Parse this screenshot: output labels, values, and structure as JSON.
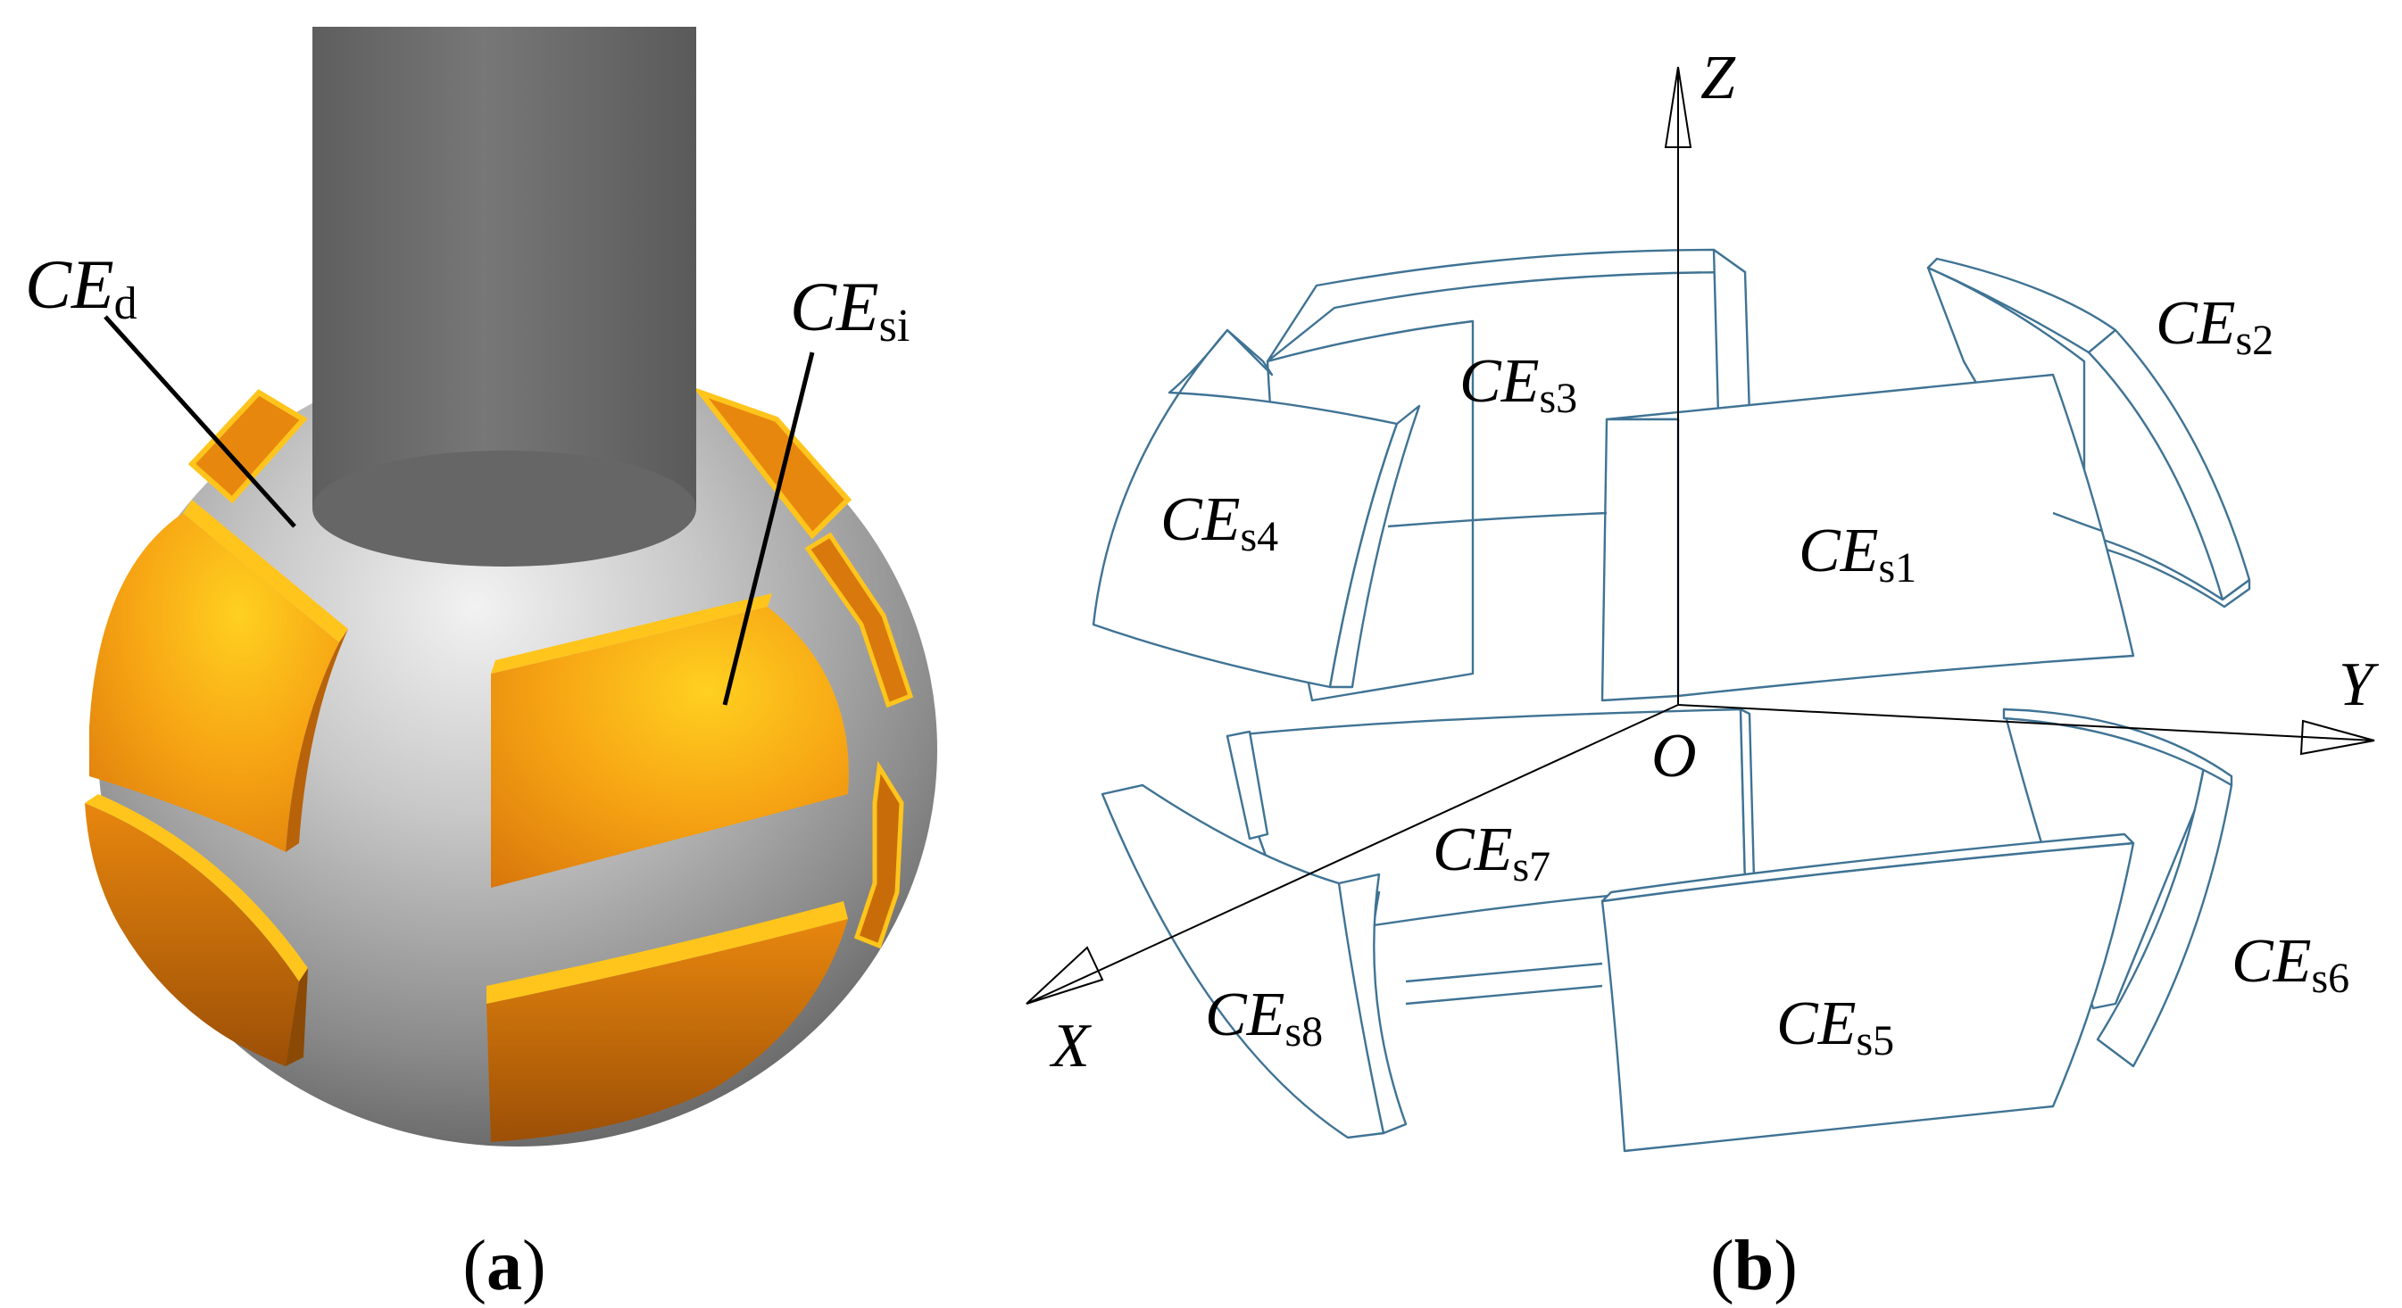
{
  "panel_a": {
    "label_d_main": "CE",
    "label_d_sub": "d",
    "label_si_main": "CE",
    "label_si_sub": "si",
    "caption_open": "(",
    "caption_letter": "a",
    "caption_close": ")",
    "colors": {
      "rod": "#6f6f6f",
      "ball": "#a8a8a8",
      "pad": "#f29a11",
      "pad_edge": "#ffc51c",
      "pad_dark": "#b8620a"
    }
  },
  "panel_b": {
    "axis_z": "Z",
    "axis_y": "Y",
    "axis_x": "X",
    "origin": "O",
    "segments": [
      {
        "main": "CE",
        "sub": "s1"
      },
      {
        "main": "CE",
        "sub": "s2"
      },
      {
        "main": "CE",
        "sub": "s3"
      },
      {
        "main": "CE",
        "sub": "s4"
      },
      {
        "main": "CE",
        "sub": "s5"
      },
      {
        "main": "CE",
        "sub": "s6"
      },
      {
        "main": "CE",
        "sub": "s7"
      },
      {
        "main": "CE",
        "sub": "s8"
      }
    ],
    "caption_open": "(",
    "caption_letter": "b",
    "caption_close": ")",
    "colors": {
      "outline": "#3f7394"
    }
  }
}
